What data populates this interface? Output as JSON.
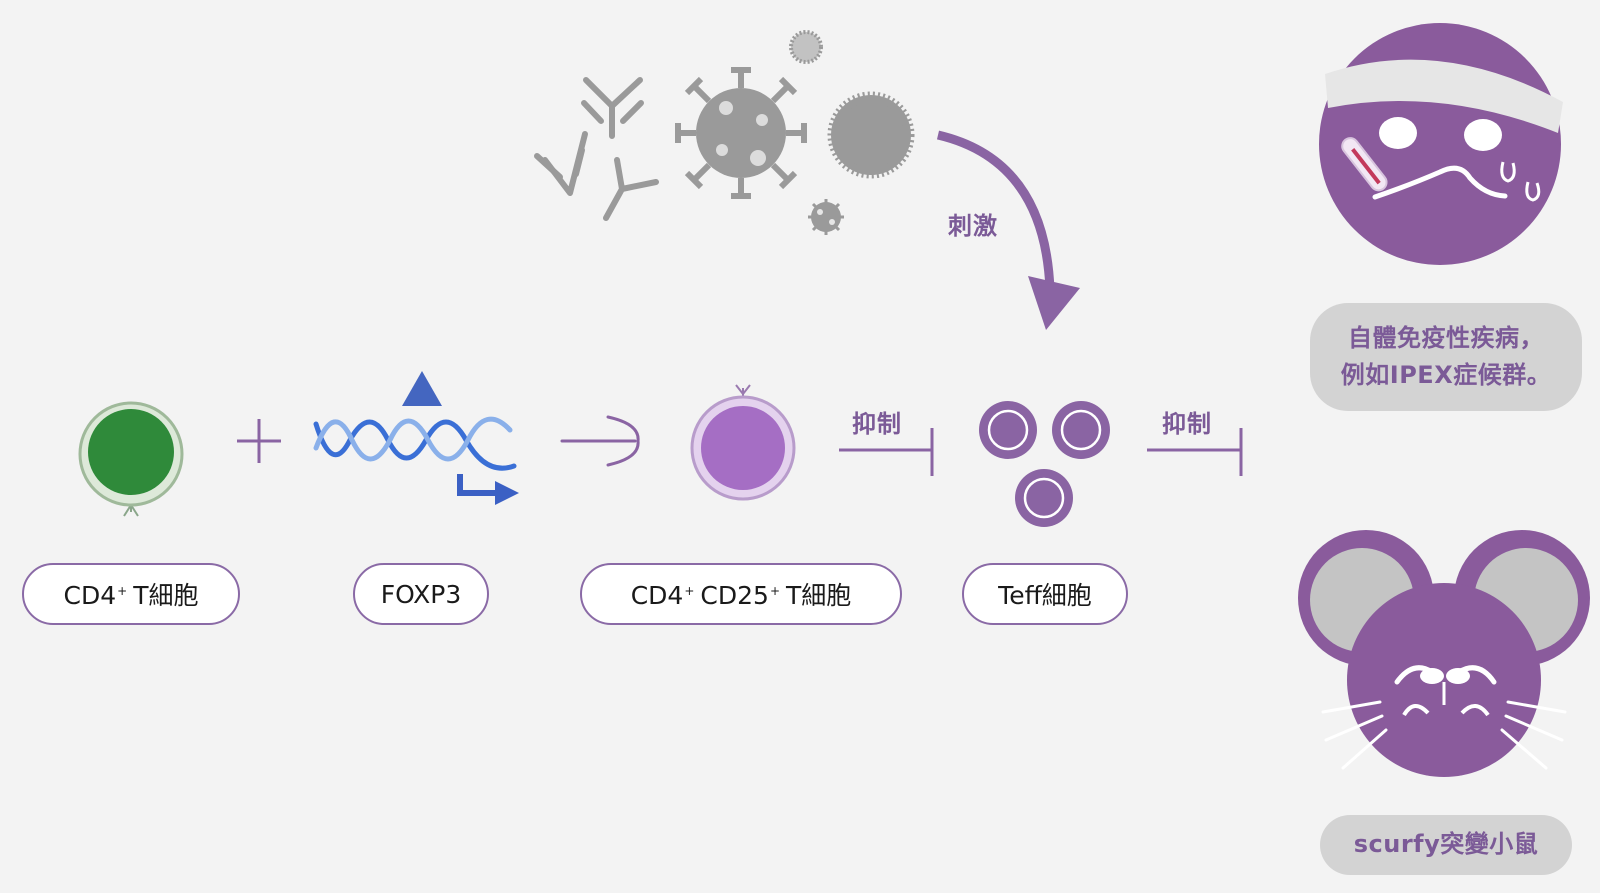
{
  "cells": {
    "cd4_t": {
      "name": "CD4",
      "sup": "+",
      "suffix": "T細胞"
    },
    "foxp3": {
      "name": "FOXP3"
    },
    "treg": {
      "name1": "CD4",
      "sup1": "+",
      "name2": "CD25",
      "sup2": "+",
      "suffix": "T細胞"
    },
    "teff": {
      "name": "Teff細胞"
    }
  },
  "arrows": {
    "stimulate": "刺激",
    "suppress_1": "抑制",
    "suppress_2": "抑制"
  },
  "outcomes": {
    "disease_line1": "自體免疫性疾病，",
    "disease_line2": "例如IPEX症候群。",
    "mouse": "scurfy突變小鼠"
  },
  "colors": {
    "purple": "#8a64a3",
    "label_purple": "#7b5a97",
    "gray": "#9a9a9a",
    "green": "#2f8a3a",
    "dna_blue": "#3a6fd6"
  },
  "icons": [
    "t-cell-icon",
    "dna-icon",
    "treg-cell-icon",
    "teff-cells-icon",
    "antibody-icon",
    "virus-icon",
    "bacterium-icon",
    "sick-face-icon",
    "mouse-face-icon"
  ]
}
